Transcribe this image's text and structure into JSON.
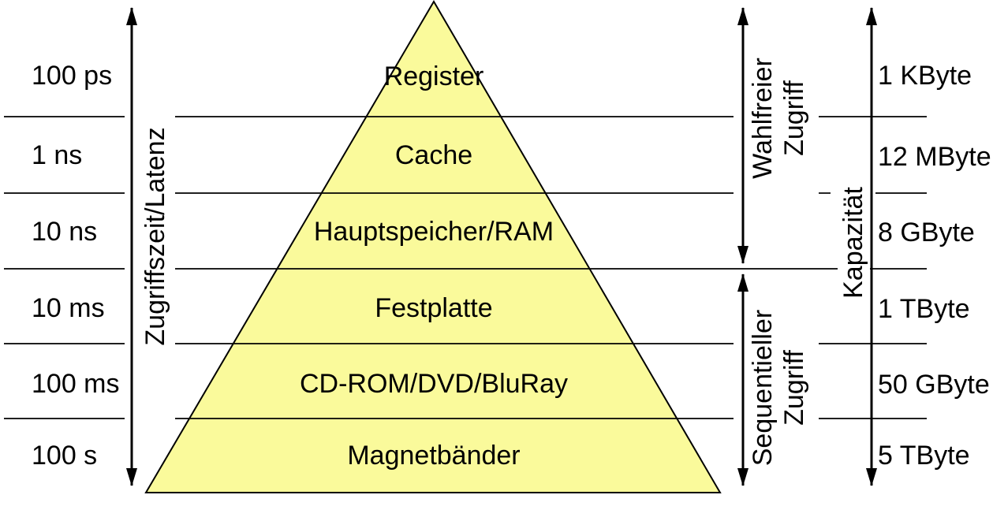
{
  "diagram_type": "memory-hierarchy-pyramid",
  "colors": {
    "highlight_blue": "#2B64E8",
    "pyramid_fill": "#FAFA9B",
    "stroke_black": "#000000"
  },
  "axes": {
    "latency_label": "Zugriffszeit/Latenz",
    "capacity_label": "Kapazität",
    "random_access_line1": "Wahlfreier",
    "random_access_line2": "Zugriff",
    "sequential_access_line1": "Sequentieller",
    "sequential_access_line2": "Zugriff"
  },
  "levels": [
    {
      "name": "Register",
      "latency": "100 ps",
      "capacity": "1 KByte",
      "color": "#000000"
    },
    {
      "name": "Cache",
      "latency": "1 ns",
      "capacity": "12 MByte",
      "color": "#2B64E8"
    },
    {
      "name": "Hauptspeicher/RAM",
      "latency": "10 ns",
      "capacity": "8 GByte",
      "color": "#2B64E8"
    },
    {
      "name": "Festplatte",
      "latency": "10 ms",
      "capacity": "1 TByte",
      "color": "#000000"
    },
    {
      "name": "CD-ROM/DVD/BluRay",
      "latency": "100 ms",
      "capacity": "50 GByte",
      "color": "#000000"
    },
    {
      "name": "Magnetbänder",
      "latency": "100 s",
      "capacity": "5 TByte",
      "color": "#000000"
    }
  ]
}
